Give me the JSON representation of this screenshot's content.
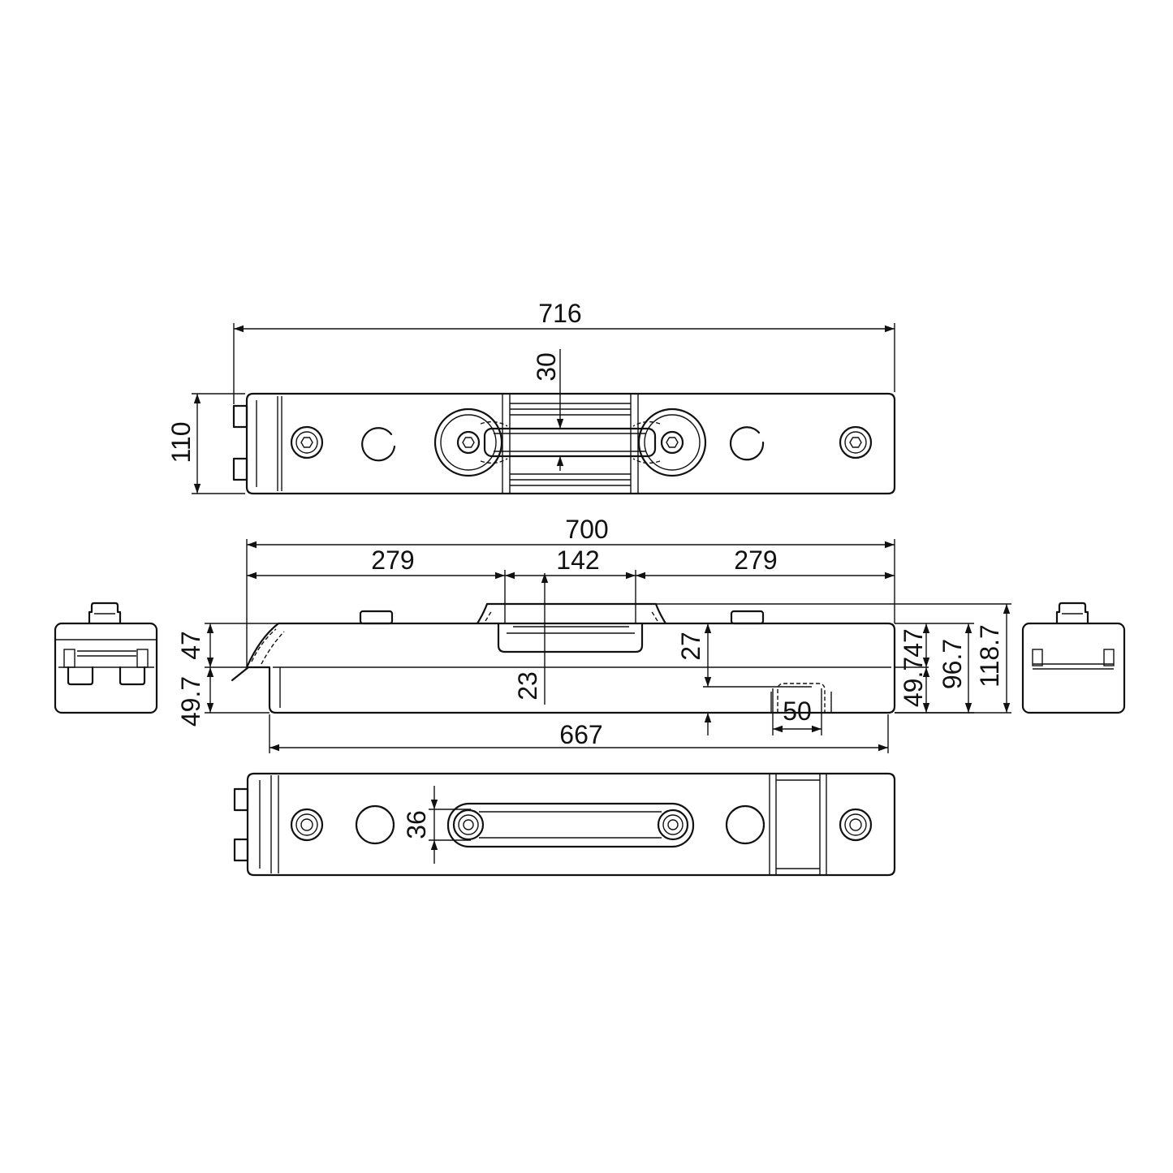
{
  "dimensions": {
    "top_overall_length": "716",
    "top_height": "110",
    "top_handle_offset": "30",
    "front_length": "700",
    "front_left_segment": "279",
    "front_middle_segment": "142",
    "front_right_segment": "279",
    "left_upper_height": "47",
    "left_lower_height": "49.7",
    "handle_depth": "27",
    "handle_inner_height": "23",
    "slot_width": "50",
    "front_base_length": "667",
    "right_upper_height": "47",
    "right_lower_height": "49.7",
    "right_body_height": "96.7",
    "right_total_height": "118.7",
    "bottom_slot_height": "36"
  },
  "colors": {
    "line": "#111111",
    "background": "#ffffff"
  }
}
